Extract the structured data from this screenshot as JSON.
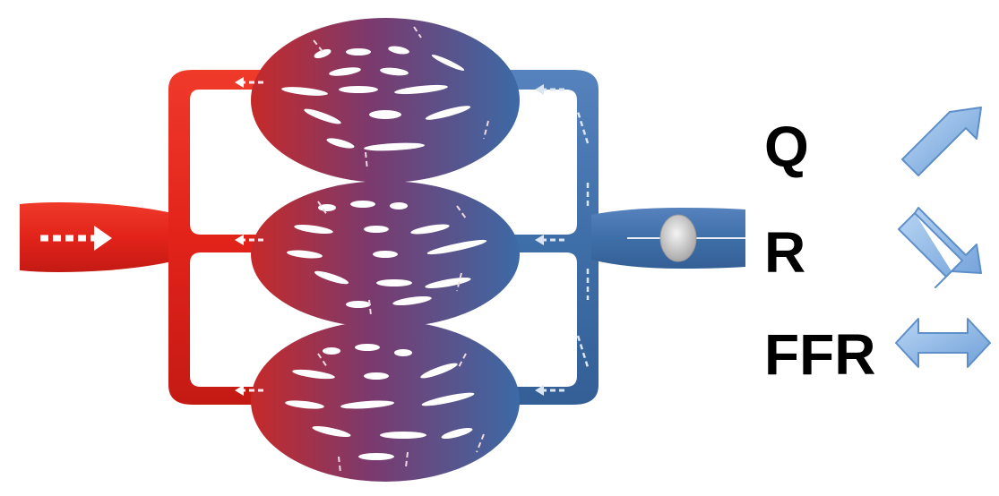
{
  "labels": {
    "q": "Q",
    "r": "R",
    "ffr": "FFR"
  },
  "indicators": {
    "q": "arrow-up-right-icon",
    "r": "arrow-down-right-icon",
    "ffr": "arrow-left-right-icon"
  },
  "colors": {
    "arterial": "#e2231a",
    "arterial_dark": "#b81410",
    "venous": "#3f6fa8",
    "venous_dark": "#2c5288",
    "mixed": "#8a3f6c",
    "arrow_fill": "#8db8e8",
    "arrow_stroke": "#5f8fc9",
    "text": "#000000",
    "sensor": "#cfcfcf"
  }
}
